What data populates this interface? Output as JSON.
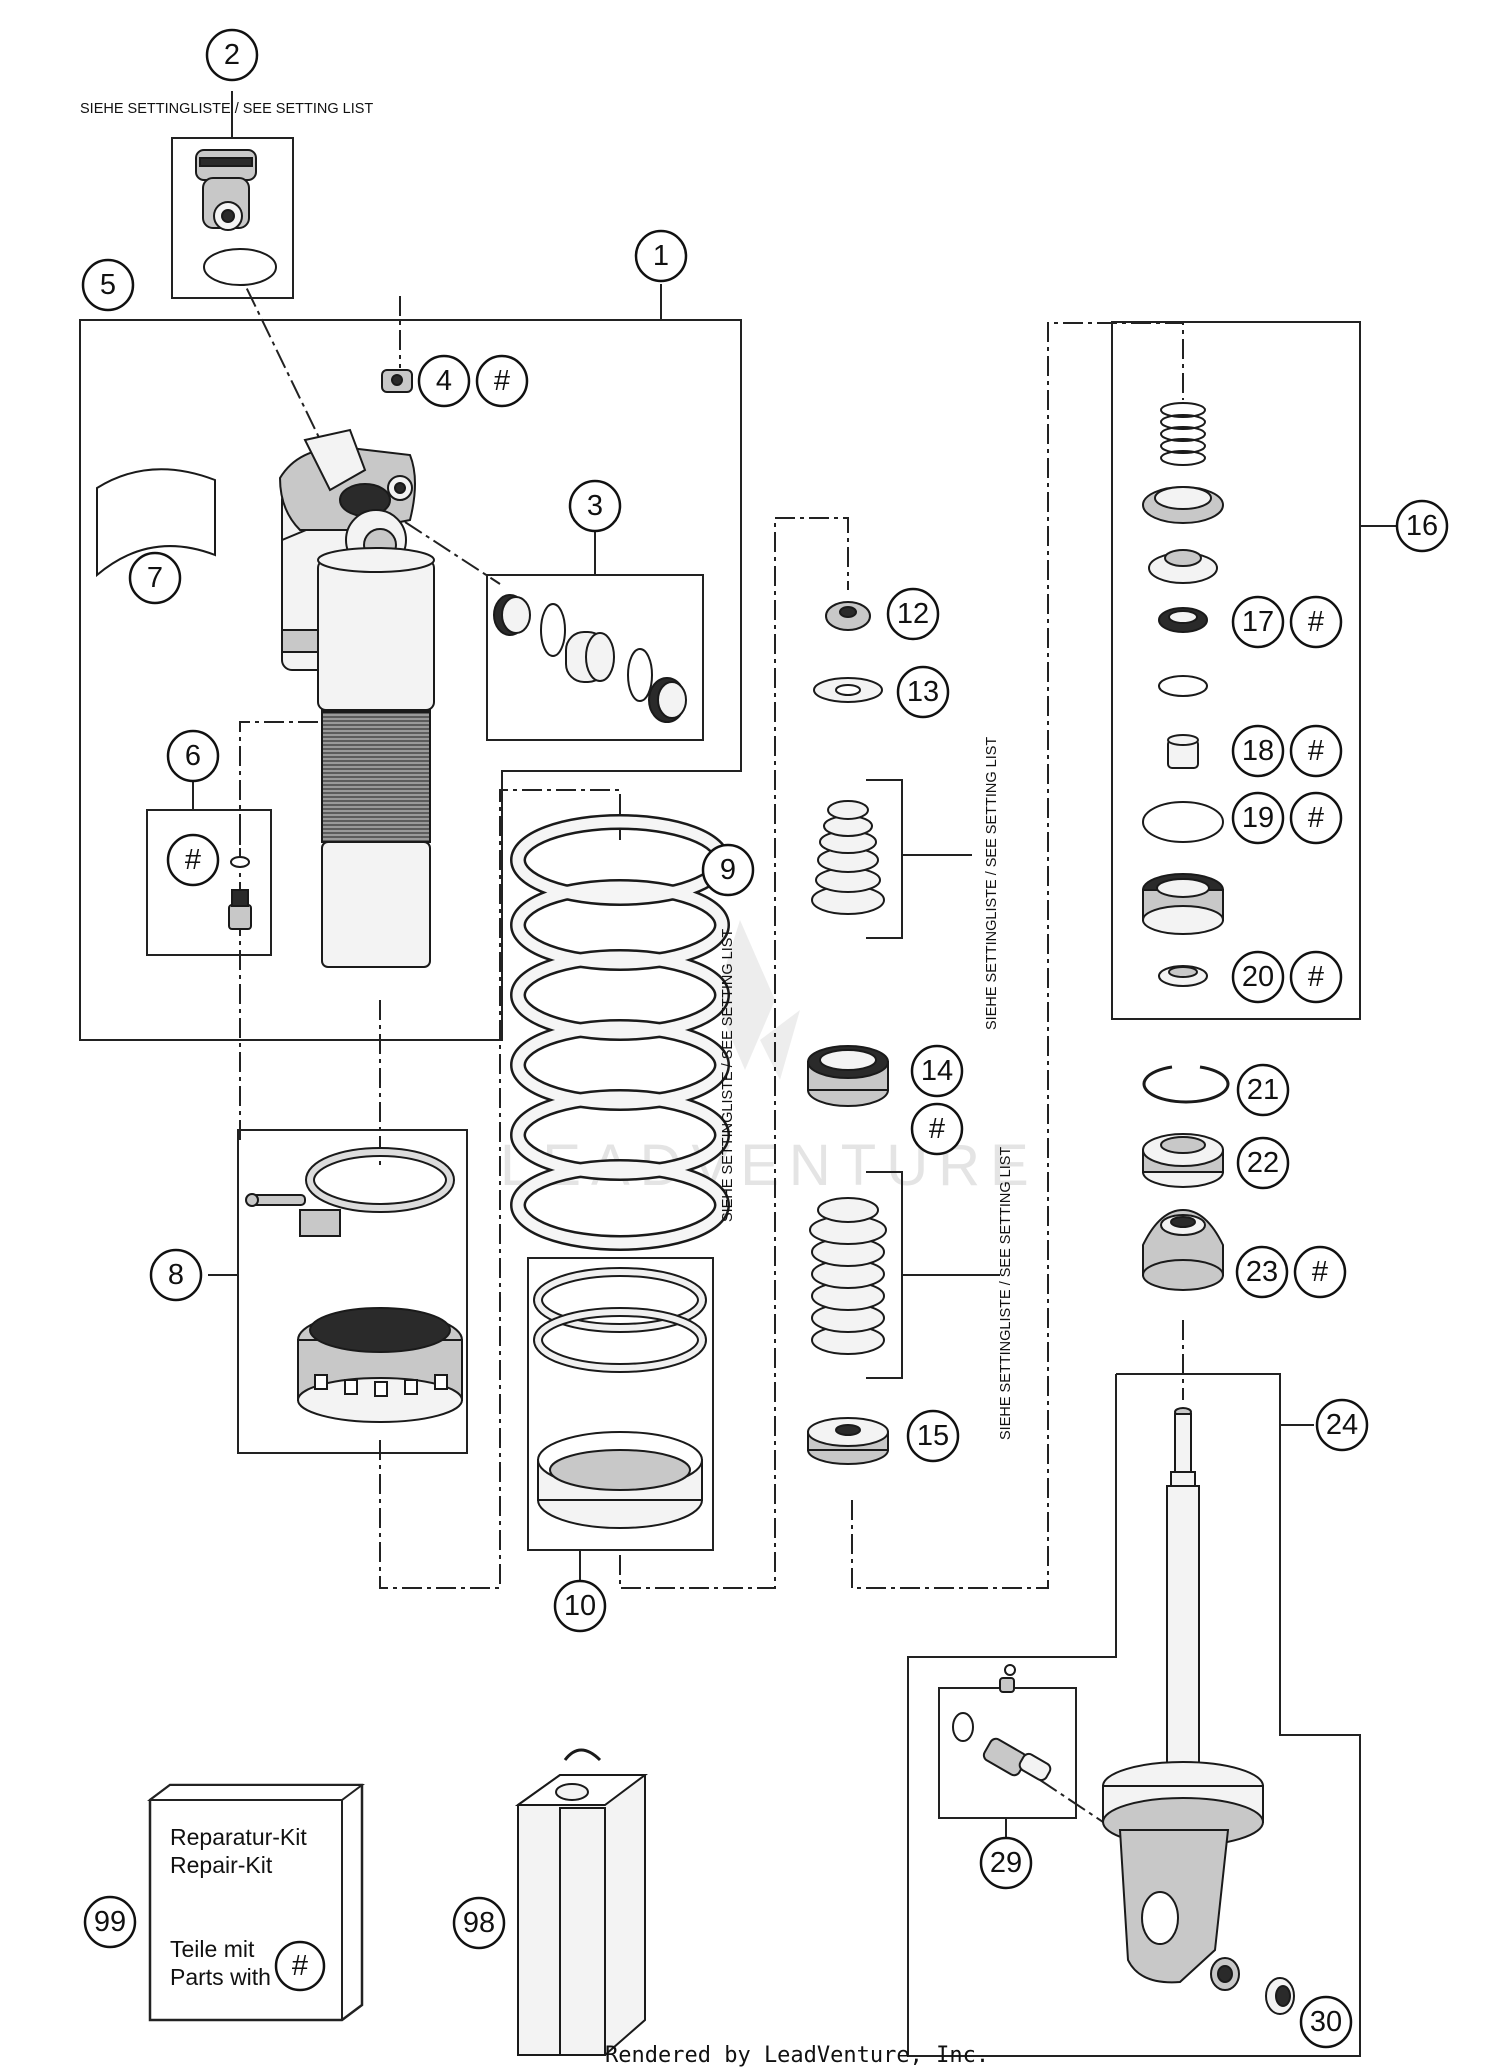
{
  "watermark": "LEADVENTURE",
  "footer": "Rendered by LeadVenture, Inc.",
  "setting_note": "SIEHE SETTINGLISTE / SEE SETTING LIST",
  "hash_symbol": "#",
  "callouts": {
    "c1": "1",
    "c2": "2",
    "c3": "3",
    "c4": "4",
    "c5": "5",
    "c6": "6",
    "c7": "7",
    "c8": "8",
    "c9": "9",
    "c10": "10",
    "c12": "12",
    "c13": "13",
    "c14": "14",
    "c15": "15",
    "c16": "16",
    "c17": "17",
    "c18": "18",
    "c19": "19",
    "c20": "20",
    "c21": "21",
    "c22": "22",
    "c23": "23",
    "c24": "24",
    "c29": "29",
    "c30": "30",
    "c98": "98",
    "c99": "99"
  },
  "repair_kit": {
    "line1": "Reparatur-Kit",
    "line2": "Repair-Kit",
    "line3": "Teile mit",
    "line4": "Parts with"
  }
}
